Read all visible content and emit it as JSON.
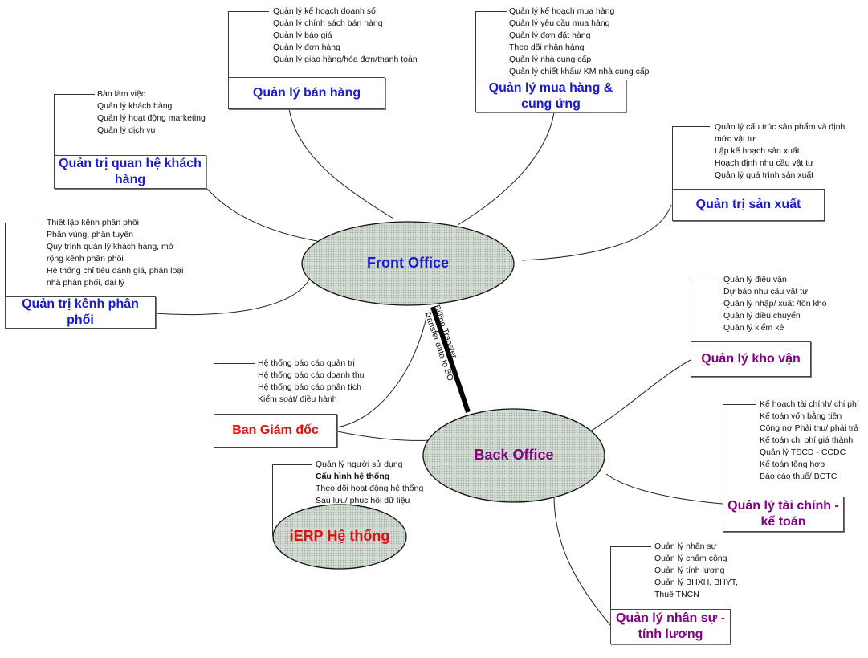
{
  "hubs": {
    "front_office": {
      "label": "Front Office",
      "color": "#1a1acc"
    },
    "back_office": {
      "label": "Back Office",
      "color": "#800080"
    },
    "ierp": {
      "label": "iERP Hệ thống",
      "color": "#dd1111"
    }
  },
  "link": {
    "label_1": "Billing Transfer",
    "label_2": "Transfer data to BO"
  },
  "modules": {
    "ban_hang": {
      "title": "Quản lý bán hàng",
      "items": [
        "Quản lý kế hoạch doanh số",
        "Quản lý chính sách bán hàng",
        "Quản lý báo giá",
        "Quản lý đơn hàng",
        "Quản lý giao hàng/hóa đơn/thanh toán"
      ]
    },
    "mua_hang": {
      "title": "Quản lý mua hàng & cung ứng",
      "items": [
        "Quản lý kế hoạch mua hàng",
        "Quản lý yêu cầu mua hàng",
        "Quản lý đơn đặt hàng",
        "Theo dõi nhận hàng",
        "Quản lý nhà cung cấp",
        "Quản lý chiết khấu/ KM  nhà cung cấp"
      ]
    },
    "crm": {
      "title": "Quản trị quan hệ khách hàng",
      "items": [
        "Bàn làm việc",
        "Quản lý khách hàng",
        "Quản lý hoạt động marketing",
        "Quản lý dịch vụ"
      ]
    },
    "san_xuat": {
      "title": "Quản trị sản xuất",
      "items": [
        "Quản lý cấu trúc sản phẩm và định mức vật tư",
        "Lập kế hoạch sản xuất",
        "Hoạch định nhu cầu vật tư",
        "Quản lý quá trình sản xuất"
      ]
    },
    "kenh_phan_phoi": {
      "title": "Quản trị kênh phân phối",
      "items": [
        "Thiết lập kênh phân phối",
        "Phân vùng, phân tuyến",
        "Quy trình quản lý khách hàng, mở rộng kênh phân phối",
        "Hệ thống chỉ tiêu đánh giá, phân loại nhà phân phối, đại lý"
      ]
    },
    "kho_van": {
      "title": "Quản lý kho vận",
      "items": [
        "Quản lý điều vận",
        "Dự báo nhu cầu vật tư",
        "Quản lý nhập/ xuất /tồn kho",
        "Quản lý điều chuyển",
        "Quản lý kiểm kê"
      ]
    },
    "ban_giam_doc": {
      "title": "Ban Giám đốc",
      "items": [
        "Hệ thống báo cáo quản trị",
        "Hệ thống báo cáo doanh thu",
        "Hệ thống báo cáo phân tích",
        "Kiểm soát/ điều hành"
      ]
    },
    "tai_chinh": {
      "title": "Quản lý tài chính - kế toán",
      "items": [
        "Kế hoạch tài chính/ chi phí",
        "Kế toán vốn bằng tiền",
        "Công nợ Phải thu/ phải trả",
        "Kế toán chi phí giá thành",
        "Quản lý TSCĐ - CCDC",
        "Kế toán tổng hợp",
        "Báo cáo thuế/ BCTC"
      ]
    },
    "he_thong": {
      "items": [
        "Quản lý người sử dụng",
        "Cấu hình hệ thống",
        "Theo dõi hoạt động hệ thống",
        "Sau lưu/ phục hồi dữ liệu"
      ]
    },
    "nhan_su": {
      "title": "Quản lý nhân sự - tính lương",
      "items": [
        "Quản lý nhân sự",
        "Quản lý chấm công",
        "Quản lý tính lương",
        "Quản lý BHXH, BHYT, Thuế TNCN"
      ]
    }
  },
  "colors": {
    "ellipse_fill": "#c9d3c9",
    "front_title": "#1a1acc",
    "back_title": "#800080",
    "exec_title": "#dd1111"
  }
}
